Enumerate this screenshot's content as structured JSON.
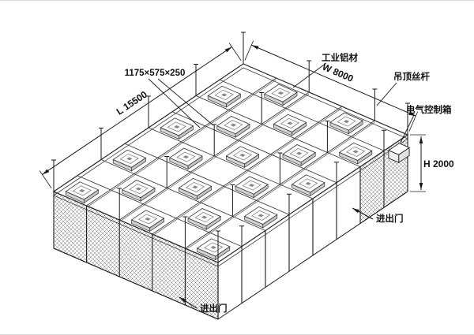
{
  "diagram": {
    "labels": {
      "cell_dimension": "1175×575×250",
      "material": "工业铝材",
      "ceiling_rod": "吊顶丝杆",
      "control_box": "电气控制箱",
      "length": "L 15500",
      "width": "W 8000",
      "height": "H 2000",
      "door_right": "进出门",
      "door_bottom": "进出门"
    },
    "colors": {
      "line": "#1a1a1a",
      "beam": "#3a3a3a",
      "mesh": "#6e6e6e",
      "background": "#ffffff"
    }
  }
}
